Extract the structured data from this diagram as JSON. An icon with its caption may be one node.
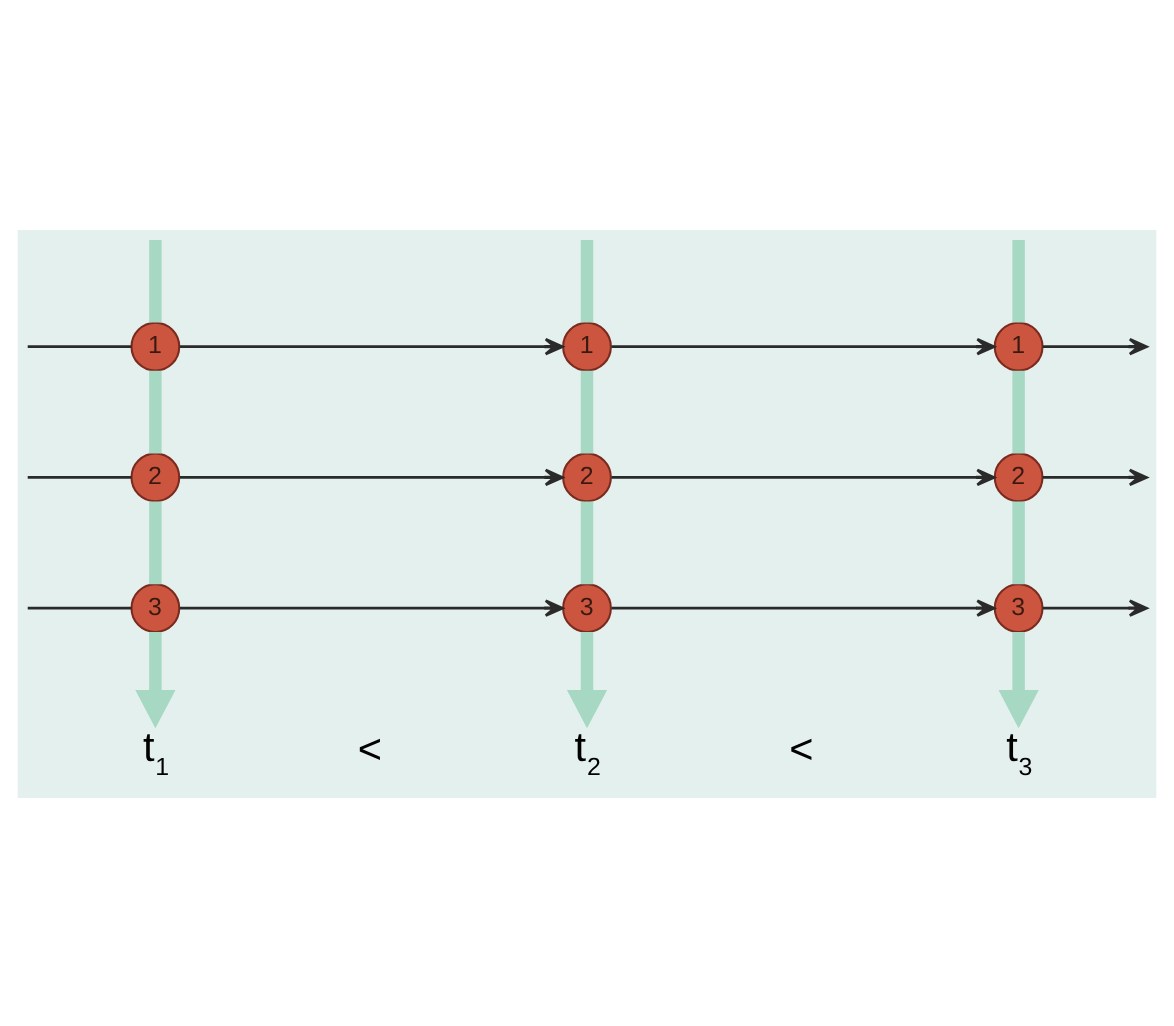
{
  "diagram": {
    "nodes": [
      {
        "text": [
          "1"
        ]
      },
      {
        "text": [
          "1"
        ]
      },
      {
        "text": [
          "1"
        ]
      },
      {
        "text": [
          "2"
        ]
      },
      {
        "text": [
          "2"
        ]
      },
      {
        "text": [
          "2"
        ]
      },
      {
        "text": [
          "3"
        ]
      },
      {
        "text": [
          "3"
        ]
      },
      {
        "text": [
          "3"
        ]
      },
      {
        "text": [
          "t$_{1}$"
        ]
      },
      {
        "text": [
          "t$_{2}$"
        ]
      },
      {
        "text": [
          "t$_{3}$"
        ]
      }
    ],
    "edges": [
      {
        "from": null,
        "to": 0,
        "arrow": "none"
      },
      {
        "from": 0,
        "to": 1,
        "arrow": "to"
      },
      {
        "from": 1,
        "to": 2,
        "arrow": "to"
      },
      {
        "from": 2,
        "to": null,
        "arrow": "to"
      },
      {
        "from": null,
        "to": 3,
        "arrow": "none"
      },
      {
        "from": 3,
        "to": 4,
        "arrow": "to"
      },
      {
        "from": 4,
        "to": 5,
        "arrow": "to"
      },
      {
        "from": 5,
        "to": null,
        "arrow": "to"
      },
      {
        "from": null,
        "to": 6,
        "arrow": "none"
      },
      {
        "from": 6,
        "to": 7,
        "arrow": "to"
      },
      {
        "from": 7,
        "to": 8,
        "arrow": "to"
      },
      {
        "from": 8,
        "to": null,
        "arrow": "to"
      },
      {
        "from": null,
        "to": 0,
        "arrow": "none",
        "style": "thick",
        "color": "#a6d8c4"
      },
      {
        "from": 0,
        "to": 3,
        "arrow": "none",
        "style": "thick",
        "color": "#a6d8c4"
      },
      {
        "from": 3,
        "to": 6,
        "arrow": "none",
        "style": "thick",
        "color": "#a6d8c4"
      },
      {
        "from": 6,
        "to": 9,
        "arrow": "to",
        "style": "thick",
        "color": "#a6d8c4"
      },
      {
        "from": null,
        "to": 1,
        "arrow": "none",
        "style": "thick",
        "color": "#a6d8c4"
      },
      {
        "from": 1,
        "to": 4,
        "arrow": "none",
        "style": "thick",
        "color": "#a6d8c4"
      },
      {
        "from": 4,
        "to": 7,
        "arrow": "none",
        "style": "thick",
        "color": "#a6d8c4"
      },
      {
        "from": 7,
        "to": 10,
        "arrow": "to",
        "style": "thick",
        "color": "#a6d8c4"
      },
      {
        "from": null,
        "to": 2,
        "arrow": "none",
        "style": "thick",
        "color": "#a6d8c4"
      },
      {
        "from": 2,
        "to": 5,
        "arrow": "none",
        "style": "thick",
        "color": "#a6d8c4"
      },
      {
        "from": 5,
        "to": 8,
        "arrow": "none",
        "style": "thick",
        "color": "#a6d8c4"
      },
      {
        "from": 8,
        "to": 11,
        "arrow": "to",
        "style": "thick",
        "color": "#a6d8c4"
      }
    ],
    "labels": [
      "<",
      "<"
    ]
  }
}
